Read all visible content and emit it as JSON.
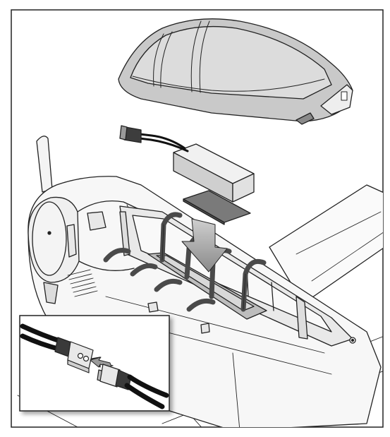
{
  "figure": {
    "kind": "assembly-illustration",
    "style": "grayscale line art",
    "parts": [
      {
        "name": "canopy-hatch",
        "icon": "canopy-icon"
      },
      {
        "name": "battery-pack",
        "icon": "battery-icon"
      },
      {
        "name": "hook-and-loop-pad",
        "icon": "pad-icon"
      },
      {
        "name": "battery-straps",
        "icon": "strap-icon"
      },
      {
        "name": "aircraft-fuselage",
        "icon": "airplane-icon"
      }
    ],
    "inset": {
      "subject": "battery-connector-plug-in",
      "icon": "connector-icon"
    },
    "colors": {
      "line": "#222222",
      "light_fill": "#f2f2f2",
      "mid_fill": "#bdbdbd",
      "dark_fill": "#555555",
      "arrow_fill": "#9a9a9a"
    }
  }
}
